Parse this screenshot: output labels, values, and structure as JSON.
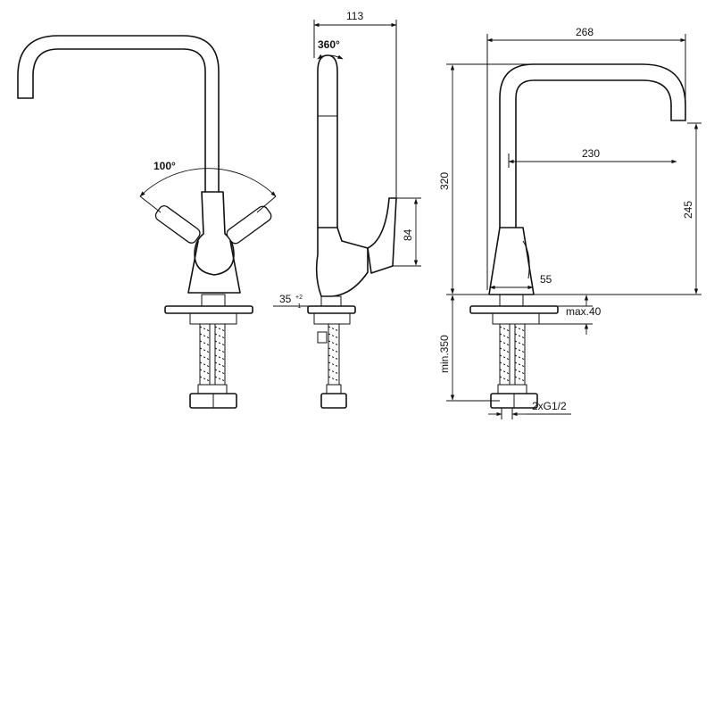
{
  "front_view": {
    "rotation_angle": "100°"
  },
  "side_view": {
    "swivel_angle": "360°",
    "depth": "113",
    "lever_height": "84",
    "hole_diameter": "35",
    "hole_tol_upper": "+2",
    "hole_tol_lower": "-1"
  },
  "profile_view": {
    "reach": "268",
    "spout_reach": "230",
    "total_height": "320",
    "outlet_height": "245",
    "base_diameter": "55",
    "max_deck": "max.40",
    "min_hose": "min.350",
    "connections": "2xG1/2"
  }
}
